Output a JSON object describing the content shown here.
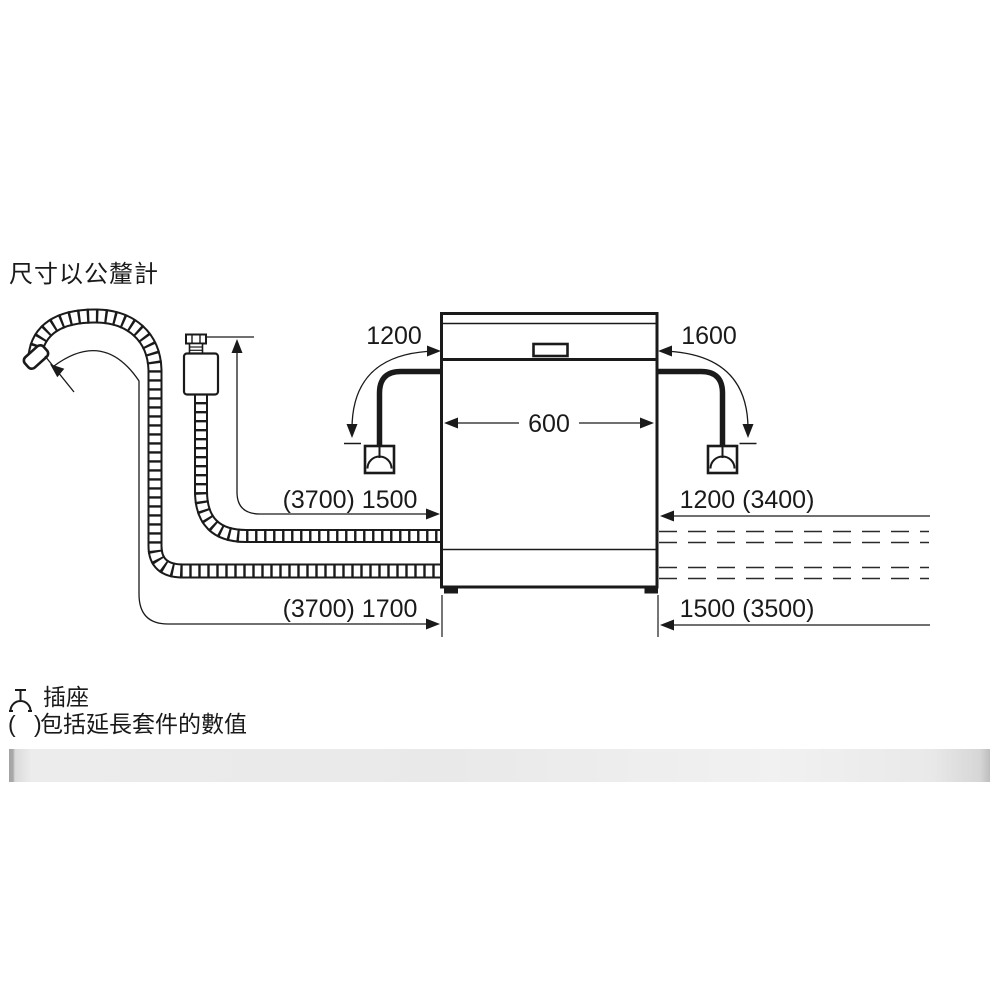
{
  "page": {
    "title": "尺寸以公釐計"
  },
  "diagram": {
    "type": "appliance-installation-dimension-drawing",
    "appliance": "dishwasher-front-view",
    "dimensions": {
      "cable_to_socket_left": "1200",
      "cable_to_socket_right": "1600",
      "appliance_width": "600",
      "supply_hose_left": "(3700) 1500",
      "hose_right_upper": "1200 (3400)",
      "drain_hose_left": "(3700) 1700",
      "hose_right_lower": "1500 (3500)"
    },
    "icons": {
      "socket": "socket-icon",
      "drain_hose": "corrugated-drain-hose",
      "supply_hose": "aquastop-supply-hose"
    }
  },
  "legend": {
    "socket_label": "插座",
    "parentheses": "( )",
    "extension_note": "包括延長套件的數值"
  },
  "colors": {
    "background": "#ffffff",
    "line": "#1a1a1a",
    "divider_bar": "#e9e9e9"
  }
}
